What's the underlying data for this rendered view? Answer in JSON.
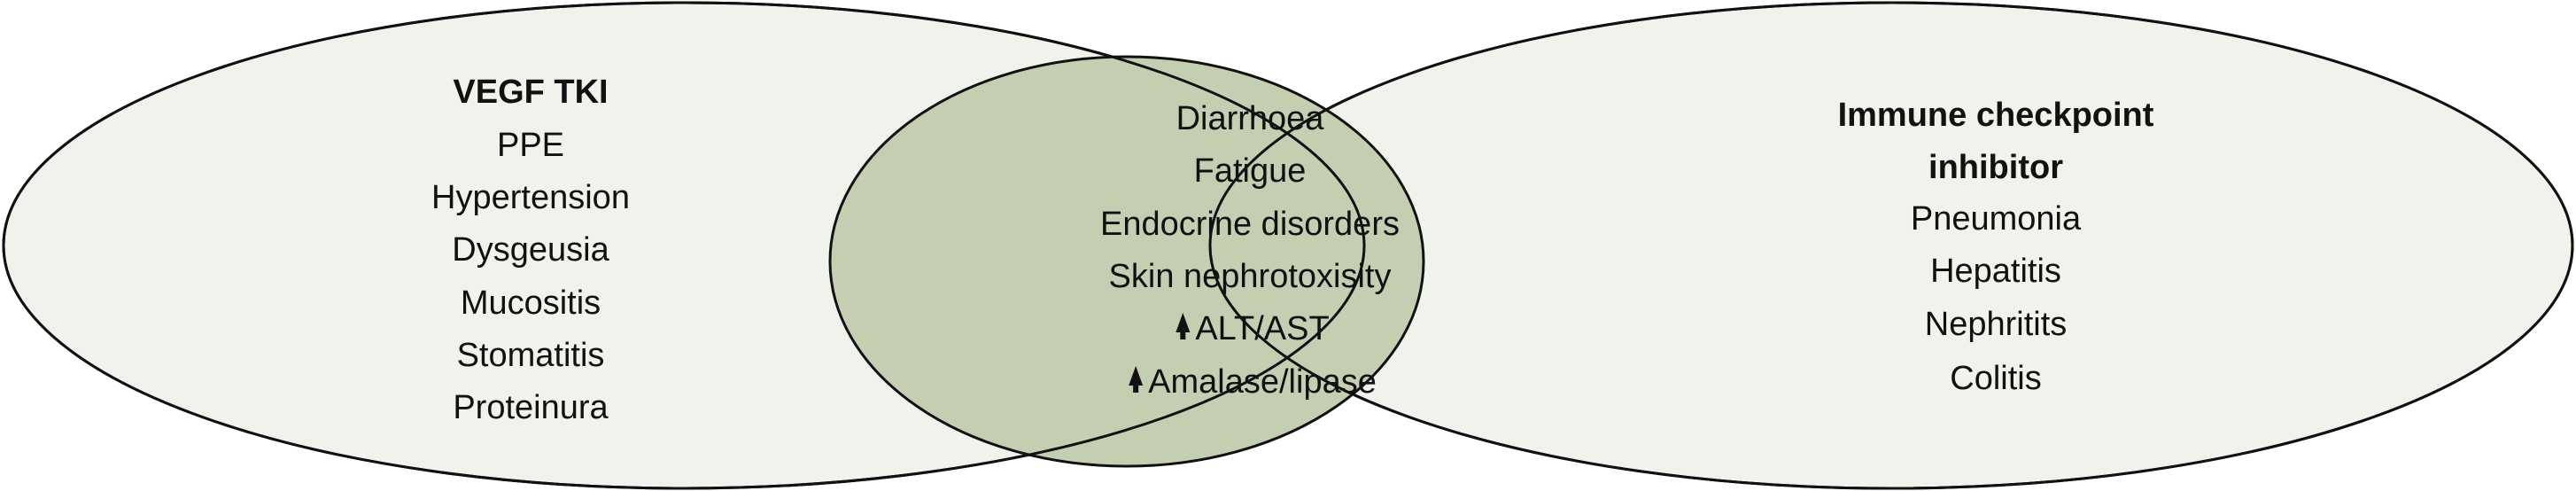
{
  "colors": {
    "outer_fill": "#f0f3ec",
    "overlap_fill": "#c4cfb2",
    "stroke": "#111111"
  },
  "left": {
    "title": "VEGF TKI",
    "items": [
      "PPE",
      "Hypertension",
      "Dysgeusia",
      "Mucositis",
      "Stomatitis",
      "Proteinura"
    ]
  },
  "middle": {
    "items": [
      "Diarrhoea",
      "Fatigue",
      "Endocrine disorders",
      "Skin nephrotoxisity"
    ],
    "elevated": [
      {
        "icon": "up-arrow-icon",
        "label": "ALT/AST"
      },
      {
        "icon": "up-arrow-icon",
        "label": "Amalase/lipase"
      }
    ]
  },
  "right": {
    "title_line1": "Immune checkpoint",
    "title_line2": "inhibitor",
    "items": [
      "Pneumonia",
      "Hepatitis",
      "Nephritits",
      "Colitis"
    ]
  }
}
